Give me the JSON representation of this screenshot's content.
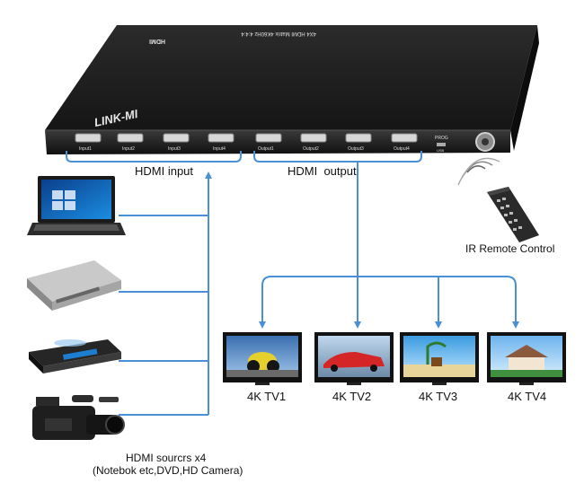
{
  "device": {
    "brand": "LINK-MI",
    "top_label": "4X4 HDMI Matrix 4K60Hz 4:4:4",
    "hdmi_logo": "HDMI",
    "inputs": [
      "Input1",
      "Input2",
      "Input3",
      "Input4"
    ],
    "outputs": [
      "Output1",
      "Output2",
      "Output3",
      "Output4"
    ],
    "prog_label": "PROG",
    "usb_label": "USB"
  },
  "labels": {
    "hdmi_input": "HDMI input",
    "hdmi_output": "HDMI  output",
    "ir_remote": "IR Remote Control",
    "sources_line1": "HDMI sourcrs x4",
    "sources_line2": "(Notebok etc,DVD,HD Camera)"
  },
  "tvs": [
    {
      "label": "4K TV1"
    },
    {
      "label": "4K TV2"
    },
    {
      "label": "4K TV3"
    },
    {
      "label": "4K TV4"
    }
  ],
  "colors": {
    "line": "#4a90d9",
    "device": "#1f1f1f"
  }
}
